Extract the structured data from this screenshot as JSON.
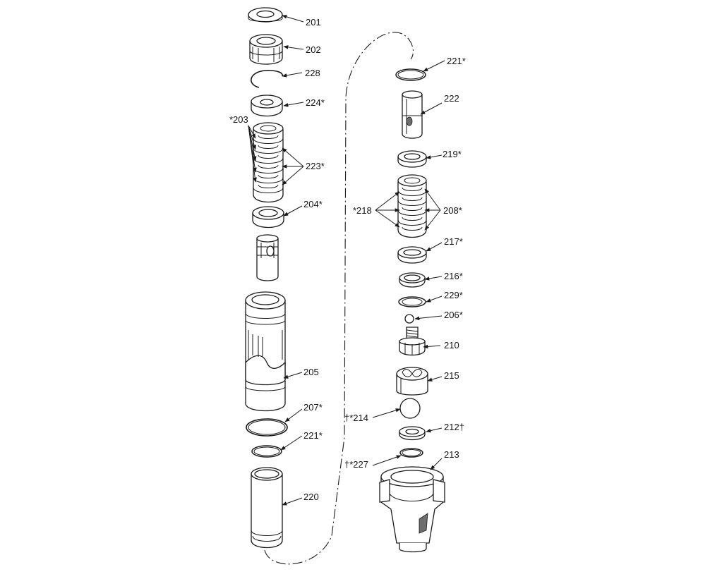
{
  "callouts": {
    "c201": "201",
    "c202": "202",
    "c228": "228",
    "c224": "224*",
    "c203": "*203",
    "c223": "223*",
    "c204": "204*",
    "c205": "205",
    "c207": "207*",
    "c221a": "221*",
    "c220": "220",
    "c221b": "221*",
    "c222": "222",
    "c219": "219*",
    "c218": "*218",
    "c208": "208*",
    "c217": "217*",
    "c216": "216*",
    "c229": "229*",
    "c206": "206*",
    "c210": "210",
    "c215": "215",
    "c214": "†*214",
    "c212": "212†",
    "c227": "†*227",
    "c213": "213"
  },
  "colors": {
    "line": "#1a1a1a",
    "shade": "#6e6e6e",
    "background": "#ffffff"
  }
}
